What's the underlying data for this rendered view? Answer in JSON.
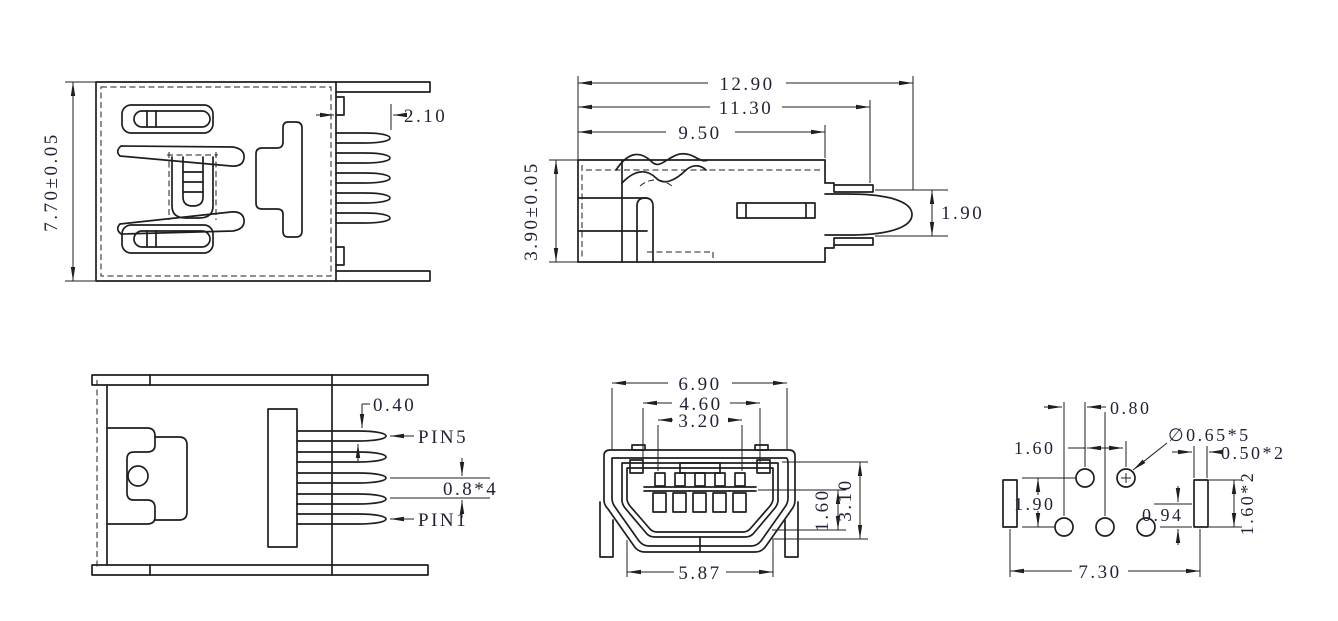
{
  "colors": {
    "line": "#1f1f1f",
    "text": "#232338",
    "background": "#ffffff"
  },
  "views": {
    "top": {
      "height": "7.70±0.05",
      "pin_length": "2.10"
    },
    "side": {
      "overall_length": "12.90",
      "pin_end_length": "11.30",
      "body_length": "9.50",
      "height": "3.90±0.05",
      "tongue_height": "1.90"
    },
    "bottom": {
      "pin_width": "0.40",
      "pin5_label": "PIN5",
      "pin_pitch": "0.8*4",
      "pin1_label": "PIN1"
    },
    "front": {
      "shell_width": "6.90",
      "cavity_width": "4.60",
      "contact_span": "3.20",
      "inner_height": "1.60",
      "cavity_height": "3.10",
      "opening_width": "5.87"
    },
    "footprint": {
      "stagger_pitch": "0.80",
      "hole_pitch": "1.60",
      "hole_diameter": "∅0.65*5",
      "pad_width": "0.50*2",
      "row_pitch": "1.90",
      "hole_offset": "0.94",
      "pad_length": "1.60*2",
      "pad_span": "7.30"
    }
  }
}
